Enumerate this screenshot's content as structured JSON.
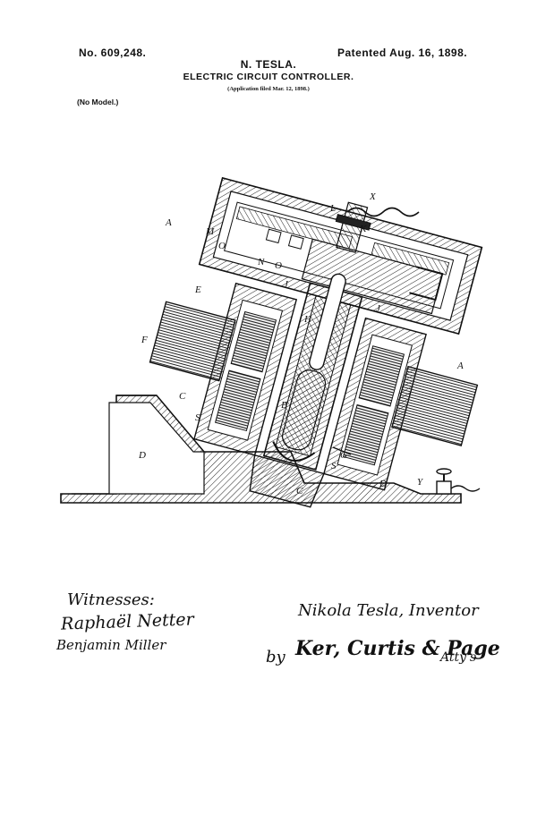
{
  "header": {
    "patent_number": "No. 609,248.",
    "patent_date": "Patented Aug. 16, 1898.",
    "inventor": "N. TESLA.",
    "title": "ELECTRIC CIRCUIT CONTROLLER.",
    "application": "(Application filed Mar. 12, 1898.)",
    "model": "(No Model.)"
  },
  "drawing": {
    "labels": {
      "X": "X",
      "L": "L",
      "K": "K",
      "M": "M",
      "O1": "O",
      "N": "N",
      "O2": "O",
      "A1": "A",
      "A2": "A",
      "J1": "J",
      "J2": "J",
      "H": "H",
      "E": "E",
      "F": "F",
      "C1": "C",
      "C2": "C",
      "S1": "S",
      "S2": "S",
      "B": "B",
      "D1": "D",
      "D2": "D",
      "G": "G",
      "Y": "Y"
    }
  },
  "signatures": {
    "witnesses_label": "Witnesses:",
    "witness_1": "Raphaël Netter",
    "witness_2": "Benjamin Miller",
    "inventor_line": "Nikola Tesla, Inventor",
    "attorneys": "Ker, Curtis & Page",
    "by": "by",
    "attys": "Atty's"
  }
}
